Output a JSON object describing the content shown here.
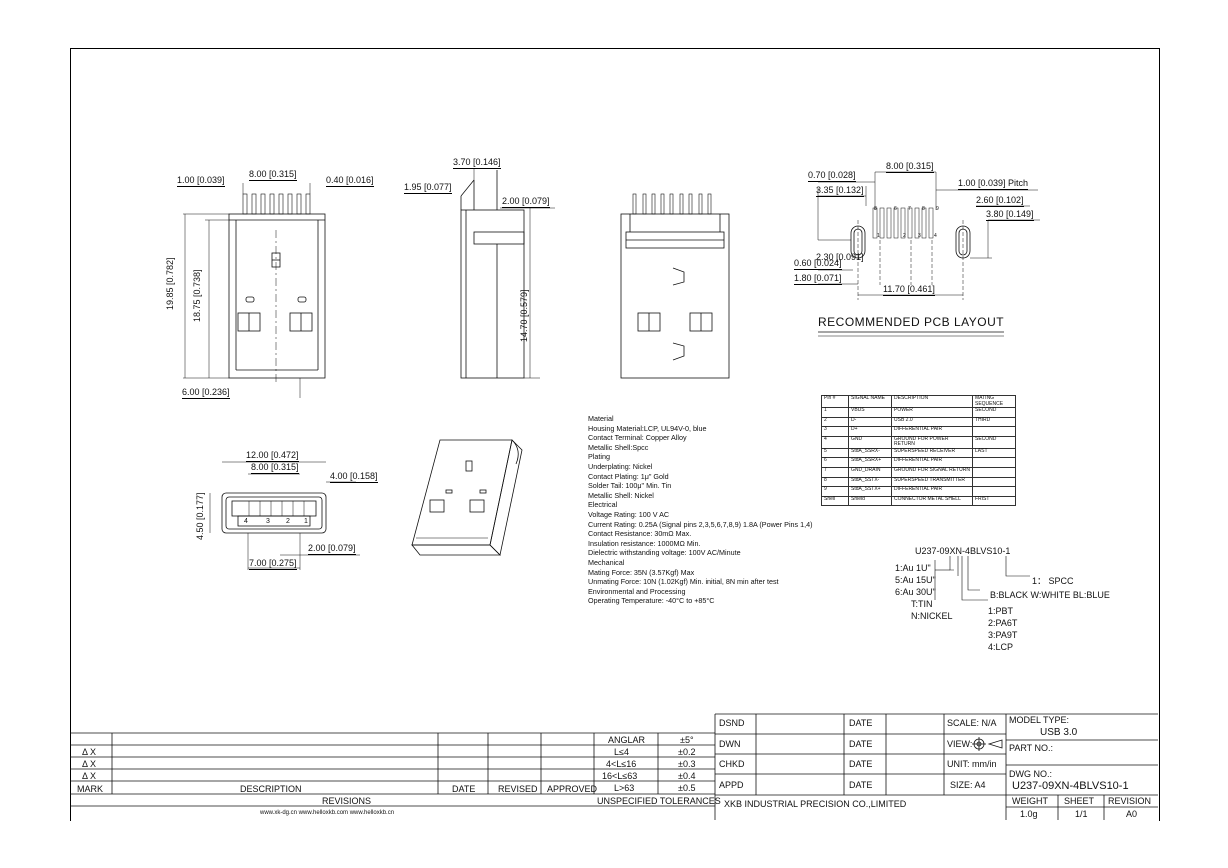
{
  "dimensions_front": {
    "d1": "1.00 [0.039]",
    "d2": "8.00 [0.315]",
    "d3": "0.40 [0.016]",
    "d4": "19.85 [0.782]",
    "d5": "18.75 [0.738]",
    "d6": "6.00 [0.236]"
  },
  "dimensions_side": {
    "d1": "3.70 [0.146]",
    "d2": "1.95 [0.077]",
    "d3": "2.00 [0.079]",
    "d4": "14.70 [0.579]"
  },
  "dimensions_pcb": {
    "d1": "8.00 [0.315]",
    "d2": "0.70 [0.028]",
    "d3": "1.00 [0.039]  Pitch",
    "d4": "3.35 [0.132]",
    "d5": "2.60 [0.102]",
    "d6": "3.80 [0.149]",
    "d7": "2.30 [0.091]",
    "d8": "0.60 [0.024]",
    "d9": "1.80 [0.071]",
    "d10": "11.70 [0.461]",
    "title": "RECOMMENDED  PCB  LAYOUT",
    "pin_top": [
      "8",
      "6",
      "7",
      "8",
      "9"
    ],
    "pin_bot": [
      "1",
      "2",
      "3",
      "4"
    ]
  },
  "dimensions_end": {
    "d1": "12.00 [0.472]",
    "d2": "8.00 [0.315]",
    "d3": "4.00 [0.158]",
    "d4": "4.50 [0.177]",
    "d5": "2.00 [0.079]",
    "d6": "7.00 [0.275]",
    "pins": [
      "4",
      "3",
      "2",
      "1"
    ]
  },
  "notes": [
    "Material",
    "Housing Material:LCP, UL94V-0, blue",
    "Contact Terminal: Copper Alloy",
    "Metallic Shell:Spcc",
    "Plating",
    "Underplating: Nickel",
    "Contact Plating: 1μ\" Gold",
    "Solder Tail: 100μ\" Min. Tin",
    "Metallic Shell: Nickel",
    "Electrical",
    "Voltage Rating: 100 V AC",
    "Current Rating: 0.25A (Signal pins 2,3,5,6,7,8,9) 1.8A (Power Pins 1,4)",
    "Contact Resistance: 30mΩ Max.",
    "Insulation resistance: 1000MΩ Min.",
    "Dielectric withstanding voltage: 100V AC/Minute",
    "Mechanical",
    "Mating Force: 35N (3.57Kgf) Max",
    "Unmating Force: 10N (1.02Kgf) Min. initial, 8N min after test",
    "Environmental and Processing",
    "Operating Temperature: -40°C to +85°C"
  ],
  "pin_table": {
    "headers": [
      "Pin #",
      "SIGNAL NAME",
      "DESCRIPTION",
      "MATING SEQUENCE"
    ],
    "rows": [
      [
        "1",
        "VBUS",
        "POWER",
        "SECOND"
      ],
      [
        "2",
        "D-",
        "USB 2.0",
        "THIRD"
      ],
      [
        "3",
        "D+",
        "DIFFERENTIAL PAIR",
        ""
      ],
      [
        "4",
        "GND",
        "GROUND FOR POWER RETURN",
        "SECOND"
      ],
      [
        "5",
        "StdA_SSRX-",
        "SUPERSPEED RECEIVER",
        "LAST"
      ],
      [
        "6",
        "StdA_SSRX+",
        "DIFFERENTIAL PAIR",
        ""
      ],
      [
        "7",
        "GND_DRAIN",
        "GROUND FOR SIGNAL RETURN",
        ""
      ],
      [
        "8",
        "StdA_SSTX-",
        "SUPERSPEED TRANSMITTER",
        ""
      ],
      [
        "9",
        "StdA_SSTX+",
        "DIFFERENTIAL PAIR",
        ""
      ],
      [
        "Shell",
        "Shield",
        "CONNECTOR METAL SHELL",
        "FRIST"
      ]
    ]
  },
  "part_code": {
    "code": "U237-09XN-4BLVS10-1",
    "plating": [
      "1:Au  1U\"",
      "5:Au  15U\"",
      "6:Au  30U\"",
      "T:TIN",
      "N:NICKEL"
    ],
    "shell": "1： SPCC",
    "color": "B:BLACK  W:WHITE  BL:BLUE",
    "material": [
      "1:PBT",
      "2:PA6T",
      "3:PA9T",
      "4:LCP"
    ]
  },
  "revisions": {
    "marks": [
      "Δ X",
      "Δ X",
      "Δ X"
    ],
    "headers": {
      "mark": "MARK",
      "description": "DESCRIPTION",
      "date": "DATE",
      "revised": "REVISED",
      "approved": "APPROVED"
    },
    "label": "REVISIONS",
    "website": "www.xk-dg.cn    www.helloxkb.com    www.helloxkb.cn"
  },
  "tolerances": {
    "rows": [
      [
        "ANGLAR",
        "±5°"
      ],
      [
        "L≤4",
        "±0.2"
      ],
      [
        "4<L≤16",
        "±0.3"
      ],
      [
        "16<L≤63",
        "±0.4"
      ],
      [
        "L>63",
        "±0.5"
      ]
    ],
    "label": "UNSPECIFIED TOLERANCES"
  },
  "title_block": {
    "dsnd": "DSND",
    "dwn": "DWN",
    "chkd": "CHKD",
    "appd": "APPD",
    "date": "DATE",
    "scale": "SCALE: N/A",
    "view": "VIEW:",
    "unit": "UNIT: mm/in",
    "size": "SIZE: A4",
    "model_label": "MODEL TYPE:",
    "model": "USB 3.0",
    "part_label": "PART NO.:",
    "dwg_label": "DWG NO.:",
    "dwg": "U237-09XN-4BLVS10-1",
    "company": "XKB INDUSTRIAL PRECISION CO.,LIMITED",
    "weight_label": "WEIGHT",
    "weight": "1.0g",
    "sheet_label": "SHEET",
    "sheet": "1/1",
    "revision_label": "REVISION",
    "revision": "A0"
  }
}
